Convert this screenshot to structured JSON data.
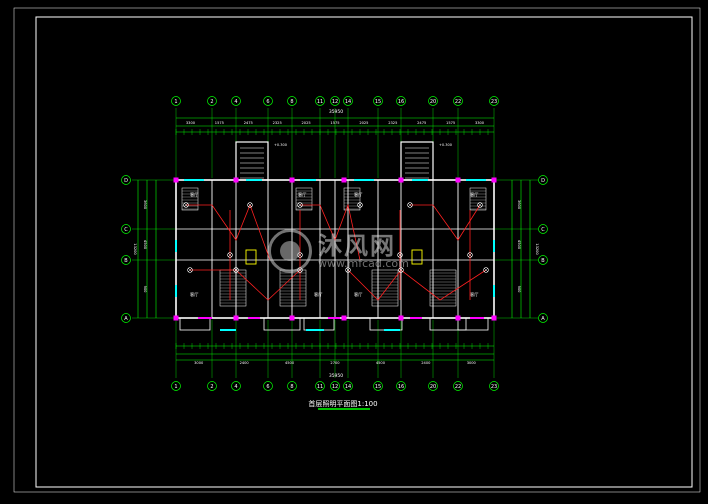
{
  "drawing": {
    "title": "首层照明平面图1:100",
    "total_dim_top": "35950",
    "total_dim_bottom": "35950",
    "depth_dim_left": "13200",
    "depth_dim_right": "13200",
    "col_axes": [
      "1",
      "2",
      "4",
      "6",
      "8",
      "11",
      "12",
      "14",
      "15",
      "16",
      "20",
      "22",
      "23"
    ],
    "row_axes": [
      "D",
      "C",
      "B",
      "A"
    ],
    "top_dims_outer": [
      "3300",
      "1575",
      "2475",
      "2325",
      "2025",
      "1575",
      "2025",
      "2325",
      "2475",
      "1575",
      "3300"
    ],
    "bottom_dims_outer": [
      "3000",
      "2400",
      "4500",
      "2700",
      "4500",
      "2400",
      "3000"
    ],
    "side_dims": [
      "3600",
      "4500",
      "900",
      "4200"
    ],
    "stair_mark": "+0.300",
    "room_label": "客厅",
    "line_color": "#00ff00",
    "wall_color": "#ffffff",
    "lighting_color": "#ff2020",
    "accent_color": "#ff00ff",
    "glass_color": "#00ffff"
  },
  "watermark": {
    "main": "沐风网",
    "url": "www.mfcad.com"
  }
}
